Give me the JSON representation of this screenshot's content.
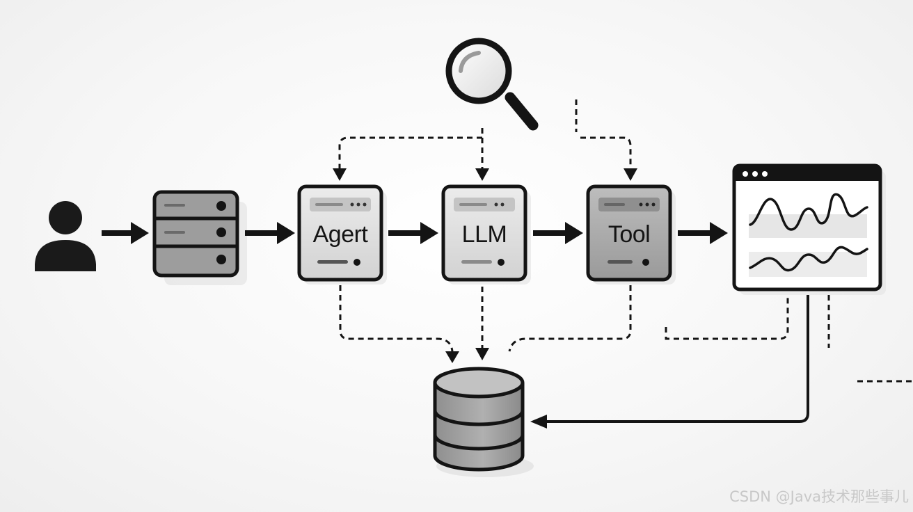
{
  "nodes": {
    "agent": {
      "label": "Agert"
    },
    "llm": {
      "label": "LLM"
    },
    "tool": {
      "label": "Tool"
    }
  },
  "icons": {
    "user": "user-icon",
    "server": "server-stack-icon",
    "search": "magnifier-icon",
    "chart": "line-chart-window-icon",
    "database": "database-cylinder-icon"
  },
  "colors": {
    "stroke": "#141414",
    "box_fill": "#dcdcdc",
    "tool_fill": "#a9a9a9",
    "server_fill": "#9d9d9d",
    "db_fill": "#a3a3a3",
    "background": "#f7f7f7"
  },
  "watermark": "CSDN @Java技术那些事儿"
}
